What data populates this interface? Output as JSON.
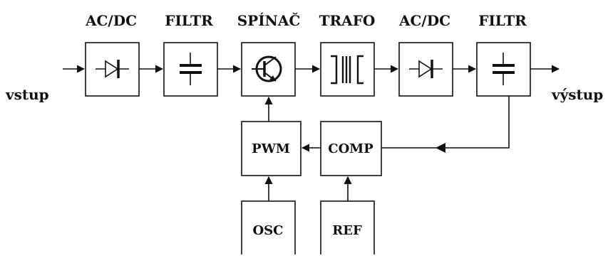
{
  "diagram": {
    "top_labels": {
      "acdc_1": "AC/DC",
      "filtr_1": "FILTR",
      "spinac": "SPÍNAČ",
      "trafo": "TRAFO",
      "acdc_2": "AC/DC",
      "filtr_2": "FILTR"
    },
    "io": {
      "input": "vstup",
      "output": "výstup"
    },
    "blocks": {
      "pwm": "PWM",
      "comp": "COMP",
      "osc": "OSC",
      "ref": "REF"
    },
    "icons": [
      "diode-icon",
      "capacitor-icon",
      "transistor-icon",
      "transformer-icon",
      "diode-icon",
      "capacitor-icon"
    ]
  }
}
